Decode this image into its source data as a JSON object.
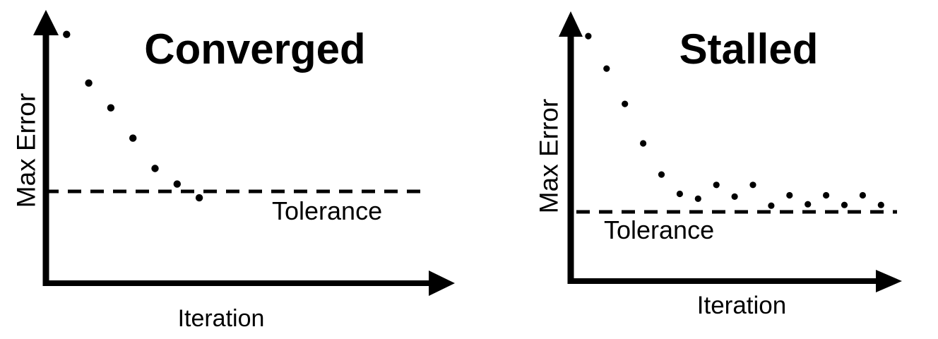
{
  "figure": {
    "background_color": "#ffffff",
    "ink_color": "#000000",
    "description_titles": [
      "Converged",
      "Stalled"
    ]
  },
  "chart_data": [
    {
      "type": "scatter",
      "title": "Converged",
      "xlabel": "Iteration",
      "ylabel": "Max Error",
      "tolerance_label": "Tolerance",
      "tolerance_value": 1.0,
      "tolerance_line_style": "dashed",
      "x": [
        1,
        2,
        3,
        4,
        5,
        6,
        7
      ],
      "values": [
        2.71,
        2.18,
        1.91,
        1.58,
        1.25,
        1.08,
        0.93
      ],
      "ylim": [
        0,
        3.0
      ],
      "xlim": [
        0,
        18
      ],
      "grid": false,
      "legend": "none",
      "marker": "dot",
      "marker_color": "#000000"
    },
    {
      "type": "scatter",
      "title": "Stalled",
      "xlabel": "Iteration",
      "ylabel": "Max Error",
      "tolerance_label": "Tolerance",
      "tolerance_value": 1.0,
      "tolerance_line_style": "dashed",
      "x": [
        1,
        2,
        3,
        4,
        5,
        6,
        7,
        8,
        9,
        10,
        11,
        12,
        13,
        14,
        15,
        16,
        17
      ],
      "values": [
        3.54,
        3.07,
        2.56,
        1.99,
        1.54,
        1.26,
        1.19,
        1.39,
        1.22,
        1.39,
        1.09,
        1.24,
        1.11,
        1.24,
        1.1,
        1.24,
        1.1
      ],
      "ylim": [
        0,
        3.9
      ],
      "xlim": [
        0,
        18
      ],
      "grid": false,
      "legend": "none",
      "marker": "dot",
      "marker_color": "#000000"
    }
  ]
}
